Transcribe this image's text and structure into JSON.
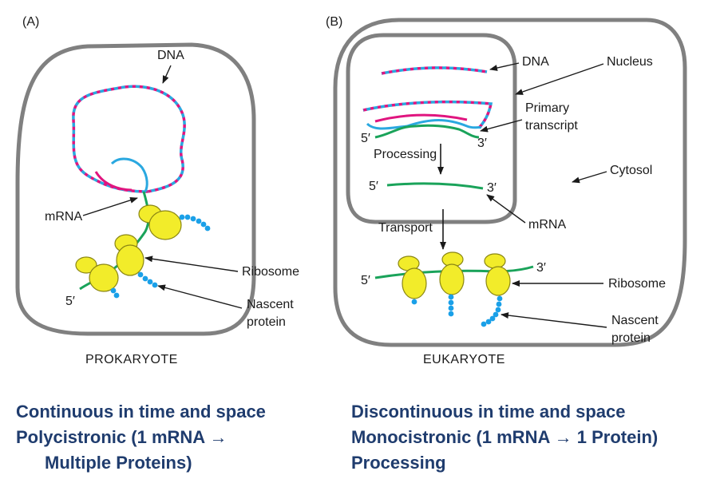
{
  "panels": {
    "a": {
      "letter": "(A)",
      "caption": "PROKARYOTE",
      "labels": {
        "dna": "DNA",
        "mrna": "mRNA",
        "ribosome": "Ribosome",
        "nascent_line1": "Nascent",
        "nascent_line2": "protein",
        "five_prime": "5′"
      }
    },
    "b": {
      "letter": "(B)",
      "caption": "EUKARYOTE",
      "labels": {
        "dna": "DNA",
        "nucleus": "Nucleus",
        "primary_line1": "Primary",
        "primary_line2": "transcript",
        "five_prime_1": "5′",
        "three_prime_1": "3′",
        "processing": "Processing",
        "cytosol": "Cytosol",
        "five_prime_2": "5′",
        "three_prime_2": "3′",
        "mrna": "mRNA",
        "transport": "Transport",
        "five_prime_3": "5′",
        "three_prime_3": "3′",
        "ribosome": "Ribosome",
        "nascent_line1": "Nascent",
        "nascent_line2": "protein"
      }
    }
  },
  "summary": {
    "left": [
      "Continuous in time and space",
      "Polycistronic   (1 mRNA →",
      "Multiple Proteins)"
    ],
    "right": [
      "Discontinuous in time and space",
      "Monocistronic (1 mRNA → 1 Protein)",
      "Processing"
    ]
  },
  "colors": {
    "cell_outline": "#808080",
    "dna_strand_1": "#e0157f",
    "dna_strand_2": "#2aa8e0",
    "mrna": "#1aa35a",
    "ribosome_fill": "#f2ec2a",
    "ribosome_stroke": "#8a8614",
    "protein": "#1aa0e8",
    "summary_text": "#1f3c6e"
  }
}
